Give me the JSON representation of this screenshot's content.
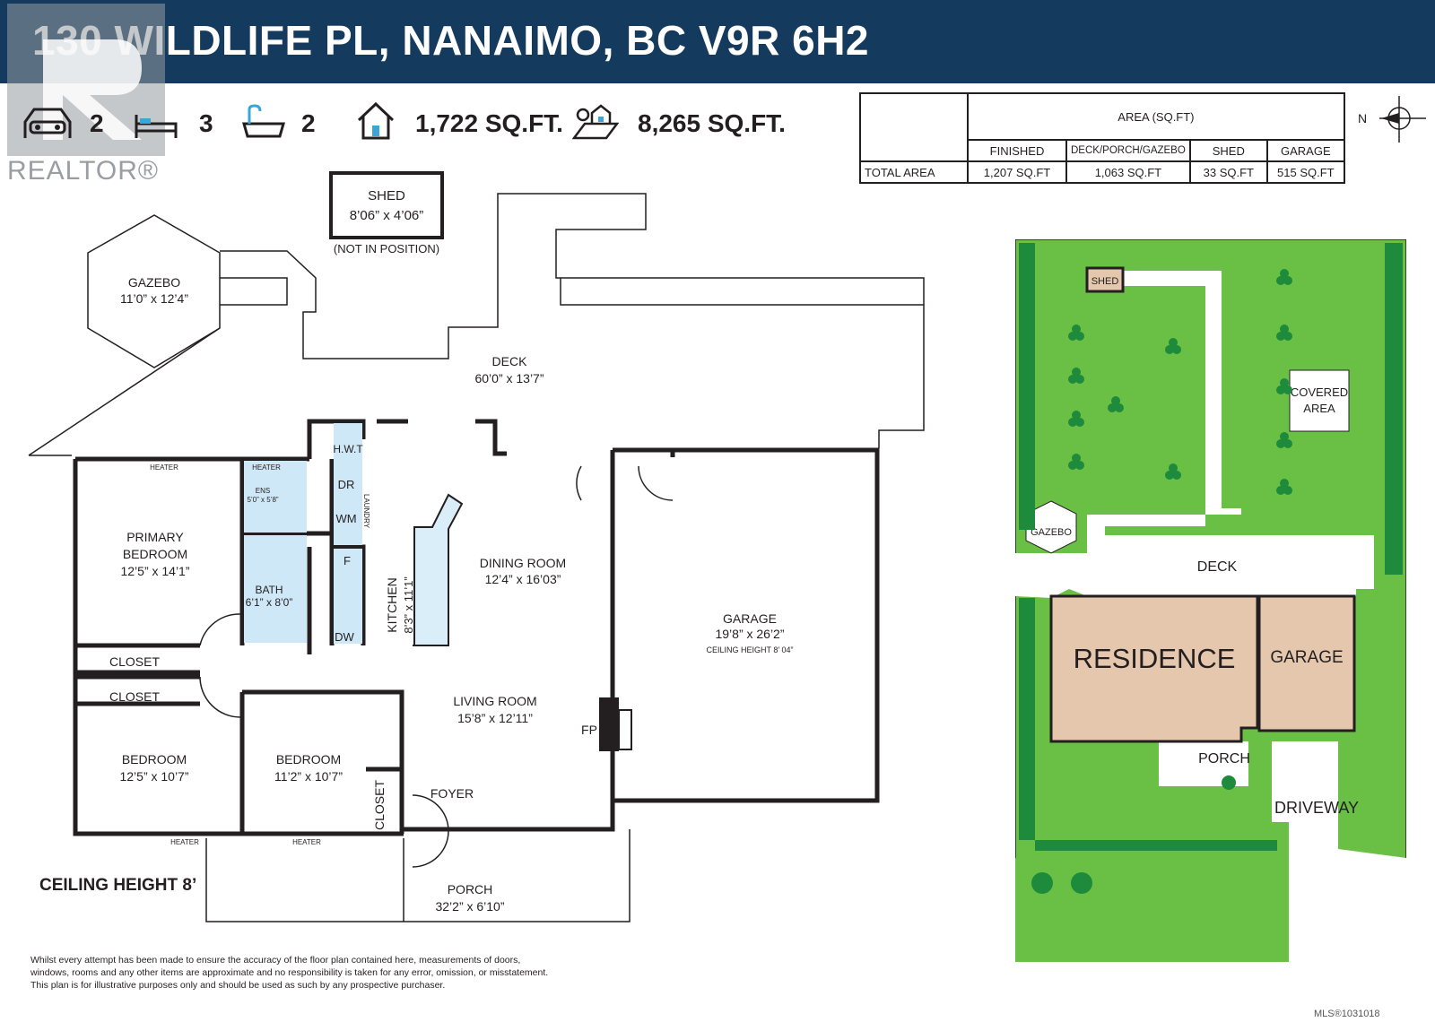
{
  "header": {
    "title": "130 WILDLIFE PL, NANAIMO, BC V9R 6H2",
    "brand": "REALTOR®",
    "bg_color": "#143a5e"
  },
  "stats": {
    "garage": "2",
    "beds": "3",
    "baths": "2",
    "interior": "1,722 SQ.FT.",
    "lot": "8,265 SQ.FT.",
    "icons": [
      "car-icon",
      "bed-icon",
      "bathtub-icon",
      "house-icon",
      "lot-icon"
    ]
  },
  "area_table": {
    "group_header": "AREA (SQ.FT)",
    "columns": [
      "FINISHED",
      "DECK/PORCH/GAZEBO",
      "SHED",
      "GARAGE"
    ],
    "row_label": "TOTAL AREA",
    "values": [
      "1,207 SQ.FT",
      "1,063 SQ.FT",
      "33 SQ.FT",
      "515 SQ.FT"
    ]
  },
  "compass": {
    "label": "N"
  },
  "rooms": {
    "shed": {
      "name": "SHED",
      "dims": "8’06” x 4’06”",
      "note": "(NOT IN POSITION)"
    },
    "gazebo": {
      "name": "GAZEBO",
      "dims": "11’0” x 12’4”"
    },
    "deck": {
      "name": "DECK",
      "dims": "60’0” x 13’7”"
    },
    "primary_bedroom": {
      "name1": "PRIMARY",
      "name2": "BEDROOM",
      "dims": "12’5” x 14’1”"
    },
    "ens": {
      "name": "ENS",
      "dims": "5’0” x 5’8”"
    },
    "hwt": "H.W.T",
    "dr": "DR",
    "wm": "WM",
    "laundry": "LAUNDRY",
    "fridge": "F",
    "dw": "DW",
    "bath": {
      "name": "BATH",
      "dims": "6’1” x 8’0”"
    },
    "kitchen": {
      "name": "KITCHEN",
      "dims": "8’3” x 11’1”"
    },
    "dining": {
      "name": "DINING ROOM",
      "dims": "12’4” x 16’03”"
    },
    "garage": {
      "name": "GARAGE",
      "dims": "19’8” x 26’2”",
      "ceiling": "CEILING HEIGHT 8’ 04”"
    },
    "closet1": "CLOSET",
    "closet2": "CLOSET",
    "closet3": "CLOSET",
    "living": {
      "name": "LIVING ROOM",
      "dims": "15’8” x 12’11”"
    },
    "fp": "FP",
    "bedroom1": {
      "name": "BEDROOM",
      "dims": "12’5” x 10’7”"
    },
    "bedroom2": {
      "name": "BEDROOM",
      "dims": "11’2” x 10’7”"
    },
    "foyer": "FOYER",
    "porch": {
      "name": "PORCH",
      "dims": "32’2” x 6’10”"
    },
    "heater": "HEATER"
  },
  "ceiling_note": "CEILING HEIGHT 8’",
  "site_plan": {
    "shed": "SHED",
    "covered_area1": "COVERED",
    "covered_area2": "AREA",
    "gazebo": "GAZEBO",
    "deck": "DECK",
    "residence": "RESIDENCE",
    "garage": "GARAGE",
    "porch": "PORCH",
    "driveway": "DRIVEWAY",
    "lawn_color": "#6abf45",
    "hedge_color": "#1d8a3c",
    "building_color": "#e4c7ad"
  },
  "disclaimer": [
    "Whilst every attempt has been made to ensure the accuracy of the floor plan contained here, measurements of doors,",
    "windows, rooms and any other items are approximate and no responsibility is taken for any error, omission, or misstatement.",
    "This plan is for illustrative purposes only and should be used as such by any prospective purchaser."
  ],
  "mls": "MLS®1031018"
}
